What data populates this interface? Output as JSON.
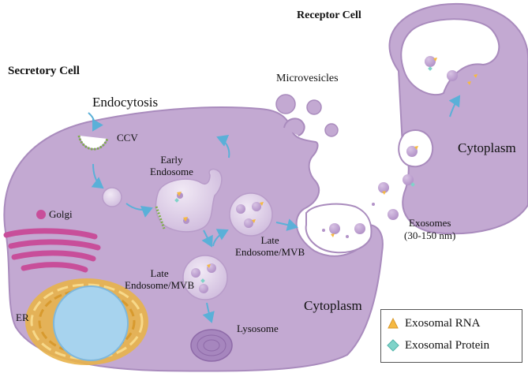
{
  "labels": {
    "secretory_cell": "Secretory Cell",
    "receptor_cell": "Receptor Cell",
    "endocytosis": "Endocytosis",
    "ccv": "CCV",
    "early_endosome": "Early\nEndosome",
    "golgi": "Golgi",
    "late_endosome_right": "Late\nEndosome/MVB",
    "late_endosome_left": "Late\nEndosome/MVB",
    "er": "ER",
    "lysosome": "Lysosome",
    "cytoplasm_secretory": "Cytoplasm",
    "cytoplasm_receptor": "Cytoplasm",
    "microvesicles": "Microvesicles",
    "exosomes": "Exosomes",
    "exosomes_size": "(30-150 nm)"
  },
  "legend": {
    "rna_label": "Exosomal RNA",
    "protein_label": "Exosomal Protein"
  },
  "colors": {
    "cell_fill": "#c3a9d2",
    "cell_stroke": "#a98bbd",
    "vesicle_fill": "#ddcfe6",
    "arrow": "#5ab0d8",
    "rna": "#f5b942",
    "protein": "#7fd3c9",
    "golgi": "#c84e9a",
    "er": "#e8b24a",
    "nucleus": "#a7d3ee",
    "lysosome": "#8e6aa8"
  }
}
